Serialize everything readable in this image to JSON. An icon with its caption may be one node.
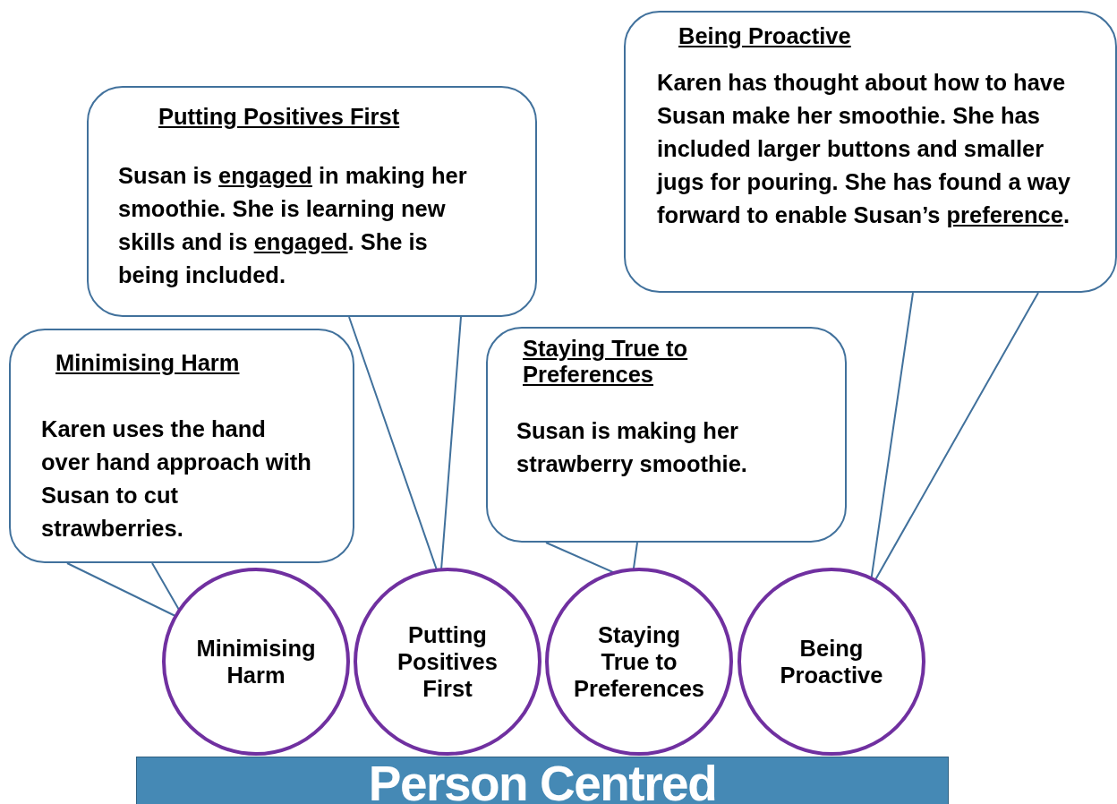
{
  "diagram": {
    "nodes": [
      {
        "text": [
          "Minimising Harm",
          "Karen uses the hand over hand approach with Susan to cut strawberries."
        ]
      },
      {
        "text": [
          "Putting Positives First",
          "Susan is **engaged** in making her smoothie. She is learning new skills and is **engaged**. She is being included."
        ]
      },
      {
        "text": [
          "Staying True to Preferences",
          "Susan is making her strawberry smoothie."
        ]
      },
      {
        "text": [
          "Being Proactive",
          "Karen has thought about how to have Susan make her smoothie. She has included larger buttons and smaller jugs for pouring. She has found a way forward to enable Susan’s **preference**."
        ]
      },
      {
        "text": [
          "Minimising Harm"
        ]
      },
      {
        "text": [
          "Putting Positives First"
        ]
      },
      {
        "text": [
          "Staying True to Preferences"
        ]
      },
      {
        "text": [
          "Being Proactive"
        ]
      },
      {
        "text": [
          "Person Centred"
        ]
      }
    ],
    "edges": [
      {
        "from": 0,
        "to": 4,
        "arrow": "none"
      },
      {
        "from": 1,
        "to": 5,
        "arrow": "none"
      },
      {
        "from": 2,
        "to": 6,
        "arrow": "none"
      },
      {
        "from": 3,
        "to": 7,
        "arrow": "none"
      }
    ]
  }
}
